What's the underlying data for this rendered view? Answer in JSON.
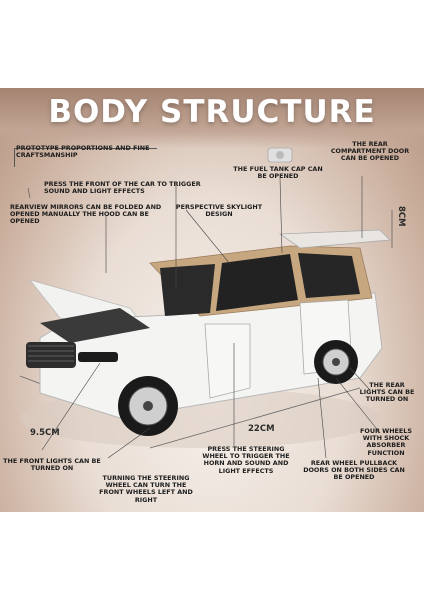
{
  "title": "BODY STRUCTURE",
  "callouts": {
    "prototype": "PROTOTYPE PROPORTIONS AND FINE CRAFTSMANSHIP",
    "fuel_cap": "THE FUEL TANK CAP CAN BE OPENED",
    "rear_door": "THE REAR COMPARTMENT DOOR CAN BE OPENED",
    "press_front": "PRESS THE FRONT OF THE CAR TO TRIGGER SOUND AND LIGHT EFFECTS",
    "mirrors_hood": "REARVIEW MIRRORS CAN BE FOLDED AND OPENED MANUALLY THE HOOD CAN BE OPENED",
    "skylight": "PERSPECTIVE SKYLIGHT DESIGN",
    "rear_lights": "THE REAR LIGHTS CAN BE TURNED ON",
    "four_wheels": "FOUR WHEELS WITH SHOCK ABSORBER FUNCTION",
    "front_lights": "THE FRONT LIGHTS CAN BE TURNED ON",
    "steering_turn": "TURNING THE STEERING WHEEL CAN TURN THE FRONT WHEELS LEFT AND RIGHT",
    "press_steering": "PRESS THE STEERING WHEEL TO TRIGGER THE HORN AND SOUND AND LIGHT EFFECTS",
    "pullback": "REAR WHEEL PULLBACK DOORS ON BOTH SIDES CAN BE OPENED"
  },
  "dimensions": {
    "height": "8CM",
    "width": "9.5CM",
    "length": "22CM"
  },
  "colors": {
    "background_light": "#efe6df",
    "background_dark": "#b49382",
    "car_body": "#f4f4f2",
    "car_roof": "#c7a77f",
    "text": "#1d1d1d"
  }
}
